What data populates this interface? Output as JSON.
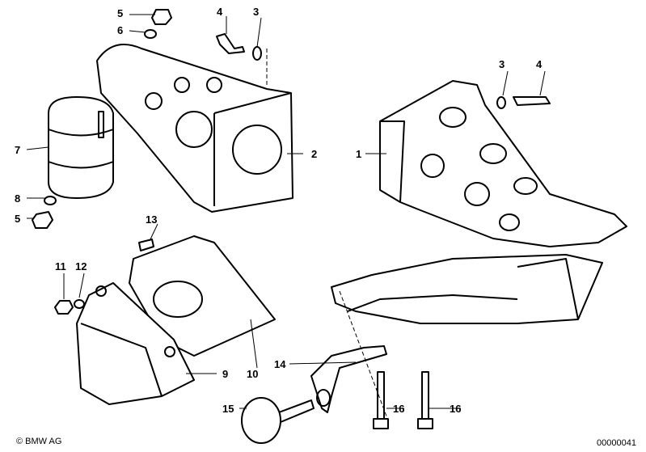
{
  "callouts": [
    "5",
    "6",
    "4",
    "3",
    "7",
    "2",
    "8",
    "5",
    "1",
    "3",
    "4",
    "13",
    "11",
    "12",
    "9",
    "10",
    "14",
    "15",
    "16",
    "16"
  ],
  "copyright": "© BMW AG",
  "diagram_id": "00000041"
}
